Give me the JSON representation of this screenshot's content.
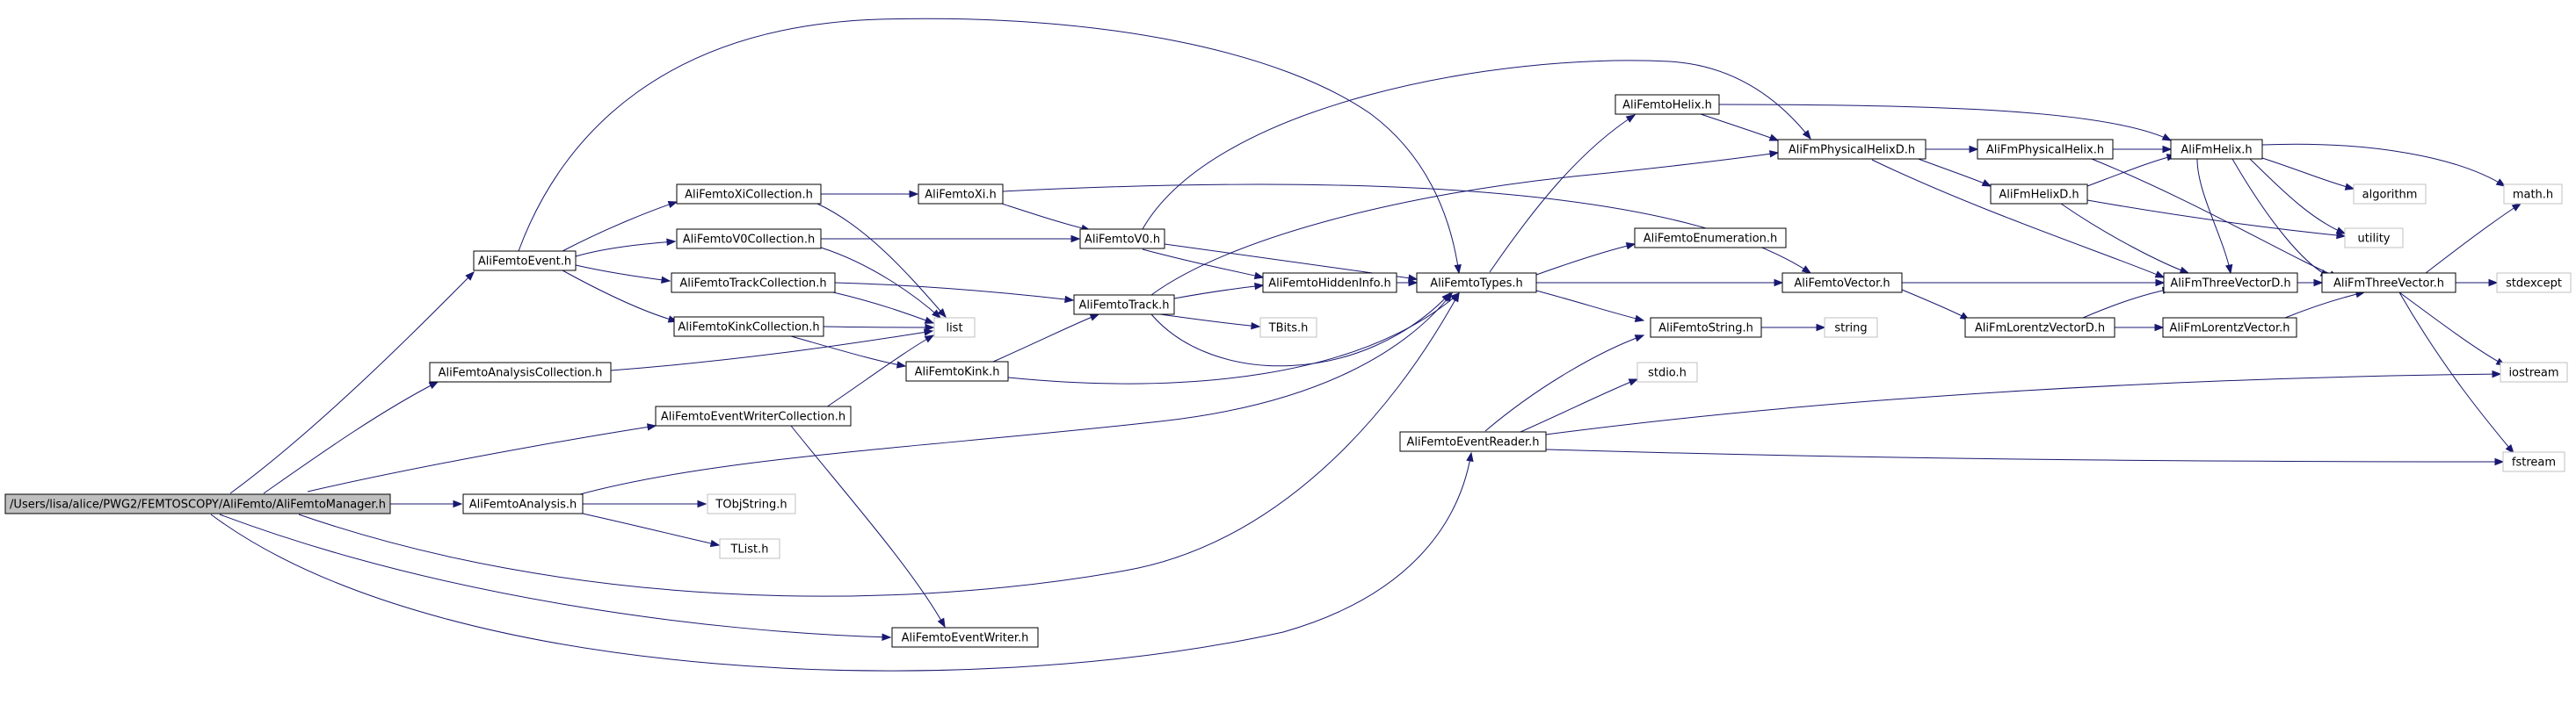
{
  "colors": {
    "edge": "#191970",
    "box_border": "#000000",
    "system_border": "#c0c0c0",
    "root_fill": "#bfbfbf",
    "node_fill": "#ffffff"
  },
  "nodes": {
    "root": "/Users/lisa/alice/PWG2/FEMTOSCOPY/AliFemto/AliFemtoManager.h",
    "event": "AliFemtoEvent.h",
    "analysis_collection": "AliFemtoAnalysisCollection.h",
    "event_writer_collection": "AliFemtoEventWriterCollection.h",
    "analysis": "AliFemtoAnalysis.h",
    "event_writer": "AliFemtoEventWriter.h",
    "xi_collection": "AliFemtoXiCollection.h",
    "v0_collection": "AliFemtoV0Collection.h",
    "track_collection": "AliFemtoTrackCollection.h",
    "kink_collection": "AliFemtoKinkCollection.h",
    "list": "list",
    "tobjstring": "TObjString.h",
    "tlist": "TList.h",
    "xi": "AliFemtoXi.h",
    "v0": "AliFemtoV0.h",
    "track": "AliFemtoTrack.h",
    "kink": "AliFemtoKink.h",
    "hidden_info": "AliFemtoHiddenInfo.h",
    "tbits": "TBits.h",
    "types": "AliFemtoTypes.h",
    "event_reader": "AliFemtoEventReader.h",
    "helix": "AliFemtoHelix.h",
    "enumeration": "AliFemtoEnumeration.h",
    "femto_string": "AliFemtoString.h",
    "stdio": "stdio.h",
    "phys_helix_d": "AliFmPhysicalHelixD.h",
    "vector": "AliFemtoVector.h",
    "string": "string",
    "phys_helix": "AliFmPhysicalHelix.h",
    "helix_d": "AliFmHelixD.h",
    "lorentz_vector_d": "AliFmLorentzVectorD.h",
    "fm_helix": "AliFmHelix.h",
    "three_vector_d": "AliFmThreeVectorD.h",
    "lorentz_vector": "AliFmLorentzVector.h",
    "algorithm": "algorithm",
    "utility": "utility",
    "three_vector": "AliFmThreeVector.h",
    "math": "math.h",
    "stdexcept": "stdexcept",
    "iostream": "iostream",
    "fstream": "fstream"
  }
}
